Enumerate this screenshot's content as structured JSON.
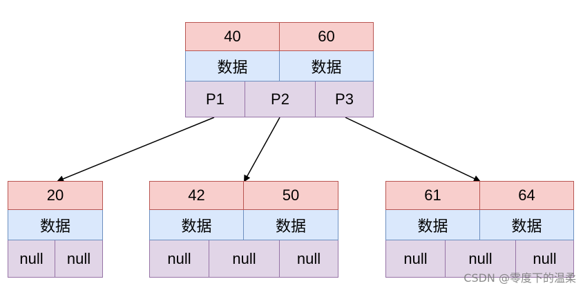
{
  "root": {
    "keys": [
      "40",
      "60"
    ],
    "data": [
      "数据",
      "数据"
    ],
    "pointers": [
      "P1",
      "P2",
      "P3"
    ]
  },
  "children": [
    {
      "keys": [
        "20"
      ],
      "data": [
        "数据"
      ],
      "pointers": [
        "null",
        "null"
      ]
    },
    {
      "keys": [
        "42",
        "50"
      ],
      "data": [
        "数据",
        "数据"
      ],
      "pointers": [
        "null",
        "null",
        "null"
      ]
    },
    {
      "keys": [
        "61",
        "64"
      ],
      "data": [
        "数据",
        "数据"
      ],
      "pointers": [
        "null",
        "null",
        "null"
      ]
    }
  ],
  "watermark": "CSDN @零度下的温柔"
}
